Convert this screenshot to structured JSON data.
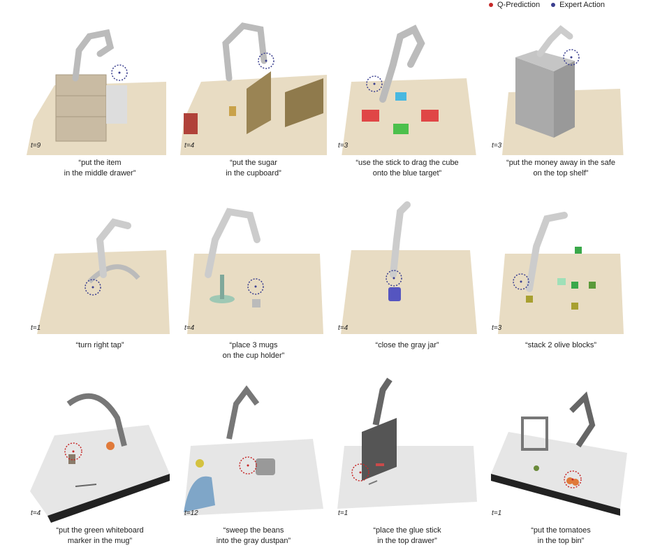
{
  "legend": {
    "q_prediction": "Q-Prediction",
    "expert_action": "Expert Action",
    "q_color": "#c62828",
    "expert_color": "#3b3f8f"
  },
  "panels": [
    {
      "t": "t=9",
      "caption": [
        "“put the item",
        "in the middle drawer”"
      ],
      "marker": "expert",
      "env": "sim"
    },
    {
      "t": "t=4",
      "caption": [
        "“put the sugar",
        "in the cupboard”"
      ],
      "marker": "expert",
      "env": "sim"
    },
    {
      "t": "t=3",
      "caption": [
        "“use the stick to drag the cube",
        "onto the blue target”"
      ],
      "marker": "expert",
      "env": "sim"
    },
    {
      "t": "t=3",
      "caption": [
        "“put the money away in the safe",
        "on the top shelf”"
      ],
      "marker": "expert",
      "env": "sim"
    },
    {
      "t": "t=1",
      "caption": [
        "“turn right tap”"
      ],
      "marker": "expert",
      "env": "sim"
    },
    {
      "t": "t=4",
      "caption": [
        "“place 3 mugs",
        "on the cup holder”"
      ],
      "marker": "expert",
      "env": "sim"
    },
    {
      "t": "t=4",
      "caption": [
        "“close the gray jar”"
      ],
      "marker": "expert",
      "env": "sim"
    },
    {
      "t": "t=3",
      "caption": [
        "“stack 2 olive blocks”"
      ],
      "marker": "expert",
      "env": "sim"
    },
    {
      "t": "t=4",
      "caption": [
        "“put the green whiteboard",
        "marker in the mug”"
      ],
      "marker": "q",
      "env": "real"
    },
    {
      "t": "t=12",
      "caption": [
        "“sweep the beans",
        "into the gray dustpan”"
      ],
      "marker": "q",
      "env": "real"
    },
    {
      "t": "t=1",
      "caption": [
        "“place the glue stick",
        "in the top drawer”"
      ],
      "marker": "q",
      "env": "real"
    },
    {
      "t": "t=1",
      "caption": [
        "“put the tomatoes",
        "in the top bin”"
      ],
      "marker": "q",
      "env": "real"
    }
  ]
}
